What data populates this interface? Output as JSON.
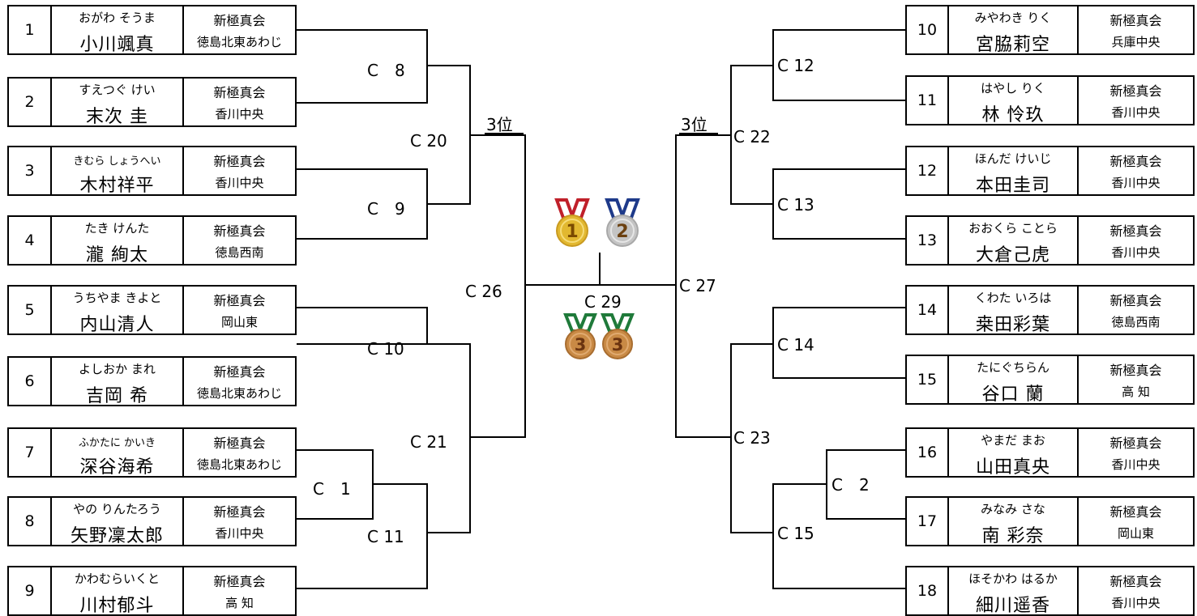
{
  "entries_left": [
    {
      "seed": "1",
      "reading": "おがわ そうま",
      "name": "小川颯真",
      "club": "新極真会",
      "branch": "徳島北東あわじ"
    },
    {
      "seed": "2",
      "reading": "すえつぐ けい",
      "name": "末次 圭",
      "club": "新極真会",
      "branch": "香川中央"
    },
    {
      "seed": "3",
      "reading": "きむら しょうへい",
      "name": "木村祥平",
      "club": "新極真会",
      "branch": "香川中央"
    },
    {
      "seed": "4",
      "reading": "たき けんた",
      "name": "瀧 絢太",
      "club": "新極真会",
      "branch": "徳島西南"
    },
    {
      "seed": "5",
      "reading": "うちやま きよと",
      "name": "内山清人",
      "club": "新極真会",
      "branch": "岡山東"
    },
    {
      "seed": "6",
      "reading": "よしおか まれ",
      "name": "吉岡 希",
      "club": "新極真会",
      "branch": "徳島北東あわじ"
    },
    {
      "seed": "7",
      "reading": "ふかたに かいき",
      "name": "深谷海希",
      "club": "新極真会",
      "branch": "徳島北東あわじ"
    },
    {
      "seed": "8",
      "reading": "やの りんたろう",
      "name": "矢野凜太郎",
      "club": "新極真会",
      "branch": "香川中央"
    },
    {
      "seed": "9",
      "reading": "かわむらいくと",
      "name": "川村郁斗",
      "club": "新極真会",
      "branch": "高 知"
    }
  ],
  "entries_right": [
    {
      "seed": "10",
      "reading": "みやわき りく",
      "name": "宮脇莉空",
      "club": "新極真会",
      "branch": "兵庫中央"
    },
    {
      "seed": "11",
      "reading": "はやし りく",
      "name": "林 怜玖",
      "club": "新極真会",
      "branch": "香川中央"
    },
    {
      "seed": "12",
      "reading": "ほんだ けいじ",
      "name": "本田圭司",
      "club": "新極真会",
      "branch": "香川中央"
    },
    {
      "seed": "13",
      "reading": "おおくら ことら",
      "name": "大倉己虎",
      "club": "新極真会",
      "branch": "香川中央"
    },
    {
      "seed": "14",
      "reading": "くわた いろは",
      "name": "桒田彩葉",
      "club": "新極真会",
      "branch": "徳島西南"
    },
    {
      "seed": "15",
      "reading": "たにぐちらん",
      "name": "谷口 蘭",
      "club": "新極真会",
      "branch": "高 知"
    },
    {
      "seed": "16",
      "reading": "やまだ まお",
      "name": "山田真央",
      "club": "新極真会",
      "branch": "香川中央"
    },
    {
      "seed": "17",
      "reading": "みなみ さな",
      "name": "南 彩奈",
      "club": "新極真会",
      "branch": "岡山東"
    },
    {
      "seed": "18",
      "reading": "ほそかわ はるか",
      "name": "細川遥香",
      "club": "新極真会",
      "branch": "香川中央"
    }
  ],
  "matches": {
    "c8": "C　8",
    "c9": "C　9",
    "c20": "C 20",
    "c10": "C 10",
    "c1": "C　1",
    "c11": "C 11",
    "c21": "C 21",
    "c26": "C 26",
    "c29": "C 29",
    "c27": "C 27",
    "c12": "C 12",
    "c13": "C 13",
    "c22": "C 22",
    "c14": "C 14",
    "c2": "C　2",
    "c15": "C 15",
    "c23": "C 23"
  },
  "third_place": {
    "left": "3位",
    "right": "3位"
  },
  "medals": [
    {
      "label": "1",
      "kind": "gold",
      "ribbon": "#c0202a",
      "body": "#e2b830",
      "text": "#7a4a00"
    },
    {
      "label": "2",
      "kind": "silver",
      "ribbon": "#1e3a8a",
      "body": "#c4c4c4",
      "text": "#6b4010"
    },
    {
      "label": "3",
      "kind": "bronze",
      "ribbon": "#1f7a3a",
      "body": "#c98a45",
      "text": "#6b3410"
    },
    {
      "label": "3",
      "kind": "bronze",
      "ribbon": "#1f7a3a",
      "body": "#c98a45",
      "text": "#6b3410"
    }
  ]
}
